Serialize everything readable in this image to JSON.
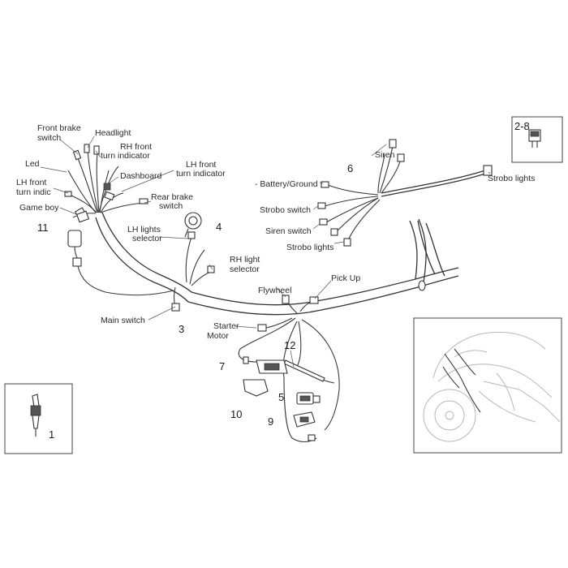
{
  "labels": {
    "front_brake_switch": [
      "Front brake",
      "switch"
    ],
    "headlight": "Headlight",
    "rh_front_turn": [
      "RH front",
      "turn indicator"
    ],
    "led": "Led",
    "dashboard": "Dashboard",
    "lh_front_turn_indicator": [
      "LH front",
      "turn indicator"
    ],
    "lh_front_turn_indic": [
      "LH front",
      "turn indic"
    ],
    "rear_brake_switch": [
      "Rear brake",
      "switch"
    ],
    "game_boy": "Game boy",
    "lh_lights_selector": [
      "LH lights",
      "selector"
    ],
    "rh_light_selector": [
      "RH light",
      "selector"
    ],
    "main_switch": "Main switch",
    "flywheel": "Flywheel",
    "pick_up": "Pick Up",
    "starter_motor": [
      "Starter",
      "Motor"
    ],
    "siren": "Siren",
    "battery_ground": "- Battery/Ground",
    "strobo_switch": "Strobo switch",
    "siren_switch": "Siren switch",
    "strobo_lights_bottom": "Strobo lights",
    "strobo_lights_right": "Strobo lights"
  },
  "part_numbers": {
    "p1": "1",
    "p2_8": "2-8",
    "p3": "3",
    "p4": "4",
    "p5": "5",
    "p6": "6",
    "p7": "7",
    "p9": "9",
    "p10": "10",
    "p11": "11",
    "p12": "12"
  }
}
